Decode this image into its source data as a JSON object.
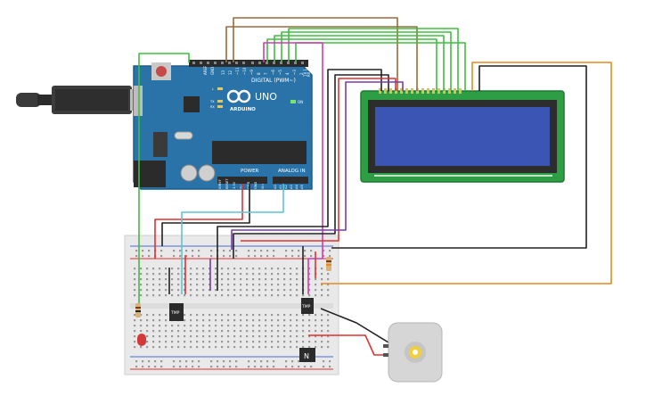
{
  "arduino": {
    "logo_text": "ARDUINO",
    "model": "UNO",
    "digital_label": "DIGITAL (PWM~)",
    "power_label": "POWER",
    "analog_label": "ANALOG IN",
    "on_label": "ON",
    "led_labels": [
      "L",
      "TX",
      "RX"
    ],
    "header_top_labels": [
      "AREF",
      "GND",
      "13",
      "12",
      "~11",
      "~10",
      "~9",
      "8",
      "7",
      "~6",
      "~5",
      "4",
      "~3",
      "2",
      "TX 1",
      "RX 0"
    ],
    "header_power_labels": [
      "IOREF",
      "RESET",
      "3.3V",
      "5V",
      "GND",
      "GND",
      "Vin"
    ],
    "header_analog_labels": [
      "A0",
      "A1",
      "A2",
      "A3",
      "A4",
      "A5"
    ]
  },
  "components": {
    "transistor_1_label": "TMP",
    "transistor_2_label": "TMP",
    "mosfet_label": "N"
  },
  "colors": {
    "arduino_board": "#2a73a8",
    "lcd_board": "#2e9e45",
    "lcd_screen": "#3a55b4",
    "breadboard": "#e9e9e9",
    "wire_brown": "#9b6a3a",
    "wire_green": "#3fbf3f",
    "wire_magenta": "#d43ab0",
    "wire_black": "#222222",
    "wire_red": "#e33030",
    "wire_orange": "#e58a1f",
    "wire_cyan": "#5ac6d6",
    "wire_purple": "#7a3ab0"
  }
}
